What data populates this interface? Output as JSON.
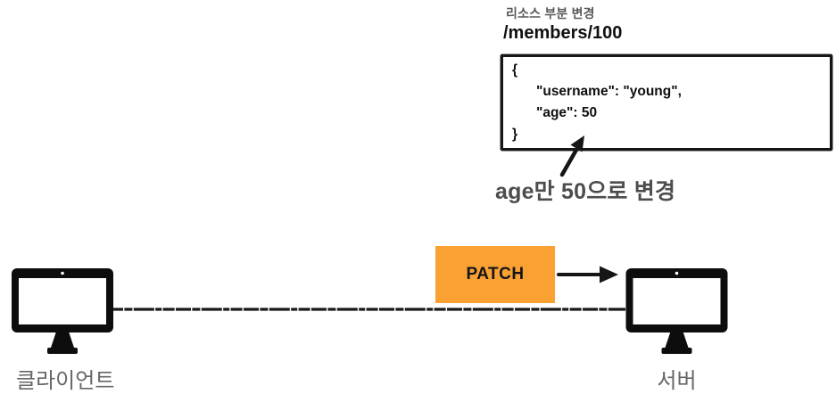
{
  "diagram": {
    "resource_change": {
      "label": "리소스 부분 변경",
      "path": "/members/100",
      "code_lines": [
        "{",
        "\"username\": \"young\",",
        "\"age\": 50",
        "}"
      ],
      "annotation": "age만 50으로 변경"
    },
    "request": {
      "method_label": "PATCH"
    },
    "client": {
      "label": "클라이언트"
    },
    "server": {
      "label": "서버"
    },
    "colors": {
      "accent_orange": "#FAA134",
      "ink_black": "#161616",
      "gray_text": "#595959",
      "label_gray": "#666666"
    }
  }
}
